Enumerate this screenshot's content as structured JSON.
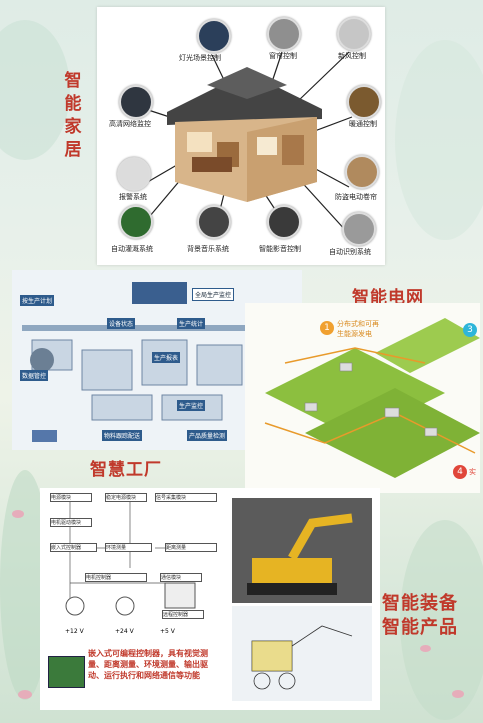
{
  "smart_home": {
    "title_chars": [
      "智",
      "能",
      "家",
      "居"
    ],
    "items": [
      "灯光场景控制",
      "窗帘控制",
      "新风控制",
      "高清网络监控",
      "暖通控制",
      "报警系统",
      "防盗电动卷帘",
      "自动灌溉系统",
      "背景音乐系统",
      "智能影音控制",
      "自动识别系统"
    ]
  },
  "smart_grid": {
    "title": "智能电网",
    "labels": [
      "分布式和可再",
      "生能源发电",
      "实"
    ],
    "numbers": [
      "1",
      "3",
      "4"
    ]
  },
  "smart_factory": {
    "title": "智慧工厂",
    "labels": [
      "按生产计划",
      "设备状态",
      "生产统计",
      "生产监控",
      "全局生产监控",
      "数据管控",
      "物料跟踪配送",
      "产品质量检测",
      "生产报表"
    ]
  },
  "smart_equipment": {
    "title_lines": [
      "智能装备",
      "智能产品"
    ],
    "plc_caption": "嵌入式可编程控制器，具有视觉测量、距离测量、环境测量、输出驱动、运行执行和网络通信等功能",
    "diagram_labels": [
      "电源模块",
      "稳定电源模块",
      "电机驱动模块",
      "信号采集模块",
      "嵌入式控制器",
      "环境测量",
      "距离测量",
      "电机控制器",
      "通信模块",
      "远程控制器",
      "+12 V",
      "+24 V",
      "+5 V"
    ]
  },
  "colors": {
    "accent": "#c0392b",
    "grid_green": "#8cbf3f",
    "factory_blue": "#2e5b8c"
  }
}
